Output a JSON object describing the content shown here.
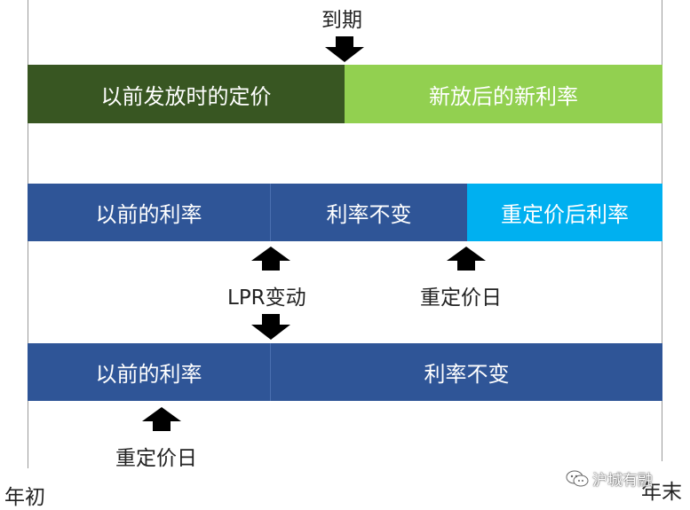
{
  "colors": {
    "dark_green": "#385622",
    "light_green": "#92d050",
    "navy": "#2f5597",
    "cyan": "#00b0f0",
    "axis_line": "#9a9a9a"
  },
  "top": {
    "label": "到期",
    "seg_left": "以前发放时的定价",
    "seg_right": "新放后的新利率"
  },
  "middle": {
    "seg1": "以前的利率",
    "seg2": "利率不变",
    "seg3": "重定价后利率",
    "lpr_label": "LPR变动",
    "reprice_label": "重定价日"
  },
  "bottom": {
    "seg1": "以前的利率",
    "seg2": "利率不变",
    "reprice_label": "重定价日"
  },
  "axis": {
    "start": "年初",
    "end": "年末"
  },
  "watermark": {
    "icon": "wechat-icon",
    "text": "沪城有融"
  }
}
